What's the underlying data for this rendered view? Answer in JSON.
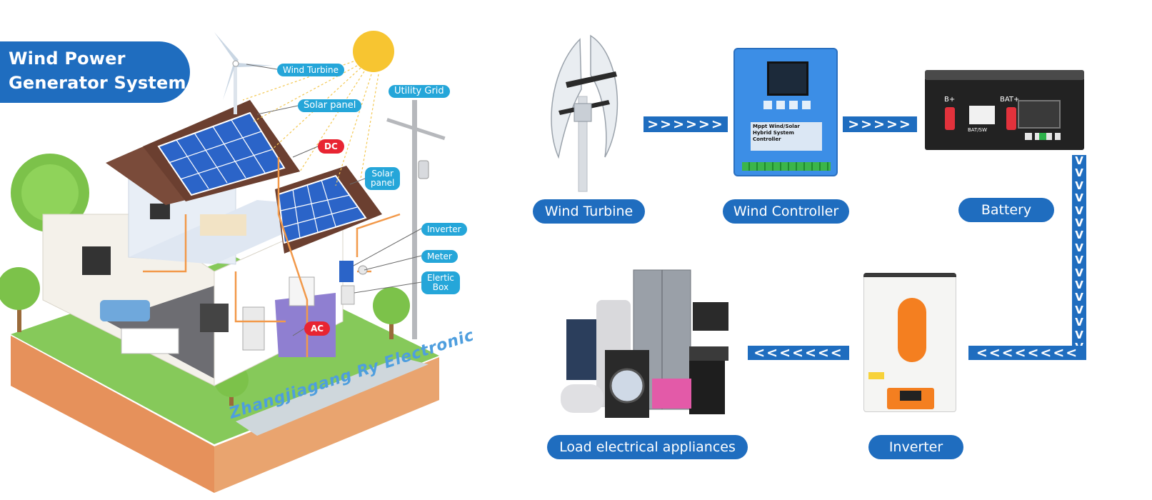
{
  "title": {
    "line1": "Wind Power",
    "line2": "Generator System"
  },
  "illustration": {
    "tags": {
      "wind_turbine": "Wind Turbine",
      "utility_grid": "Utility Grid",
      "solar_panel": "Solar panel",
      "dc": "DC",
      "solar_panel_2_line1": "Solar",
      "solar_panel_2_line2": "panel",
      "inverter": "Inverter",
      "meter": "Meter",
      "electric_box_line1": "Elertic",
      "electric_box_line2": "Box",
      "ac": "AC"
    },
    "watermark": "Zhangjiagang Ry Electronic"
  },
  "devices": {
    "controller_face_line1": "Mppt Wind/Solar",
    "controller_face_line2": "Hybrid System Controller",
    "battery_pos_left": "B+",
    "battery_pos_right": "BAT+",
    "battery_switch": "BAT/SW"
  },
  "flow": {
    "nodes": {
      "wind_turbine": "Wind Turbine",
      "wind_controller": "Wind Controller",
      "battery": "Battery",
      "inverter": "Inverter",
      "load": "Load electrical appliances"
    },
    "arrows": {
      "turbine_to_controller": ">>>>>>",
      "controller_to_battery": ">>>>>",
      "inverter_in": "<<<<<<<<",
      "inverter_to_load": "<<<<<<<",
      "battery_down": "V V V V V V V V V V V V V V V V"
    }
  },
  "colors": {
    "brand_blue": "#1f6dbf",
    "tag_cyan": "#25a6d9",
    "tag_red": "#e82432",
    "sun": "#f7c531"
  }
}
